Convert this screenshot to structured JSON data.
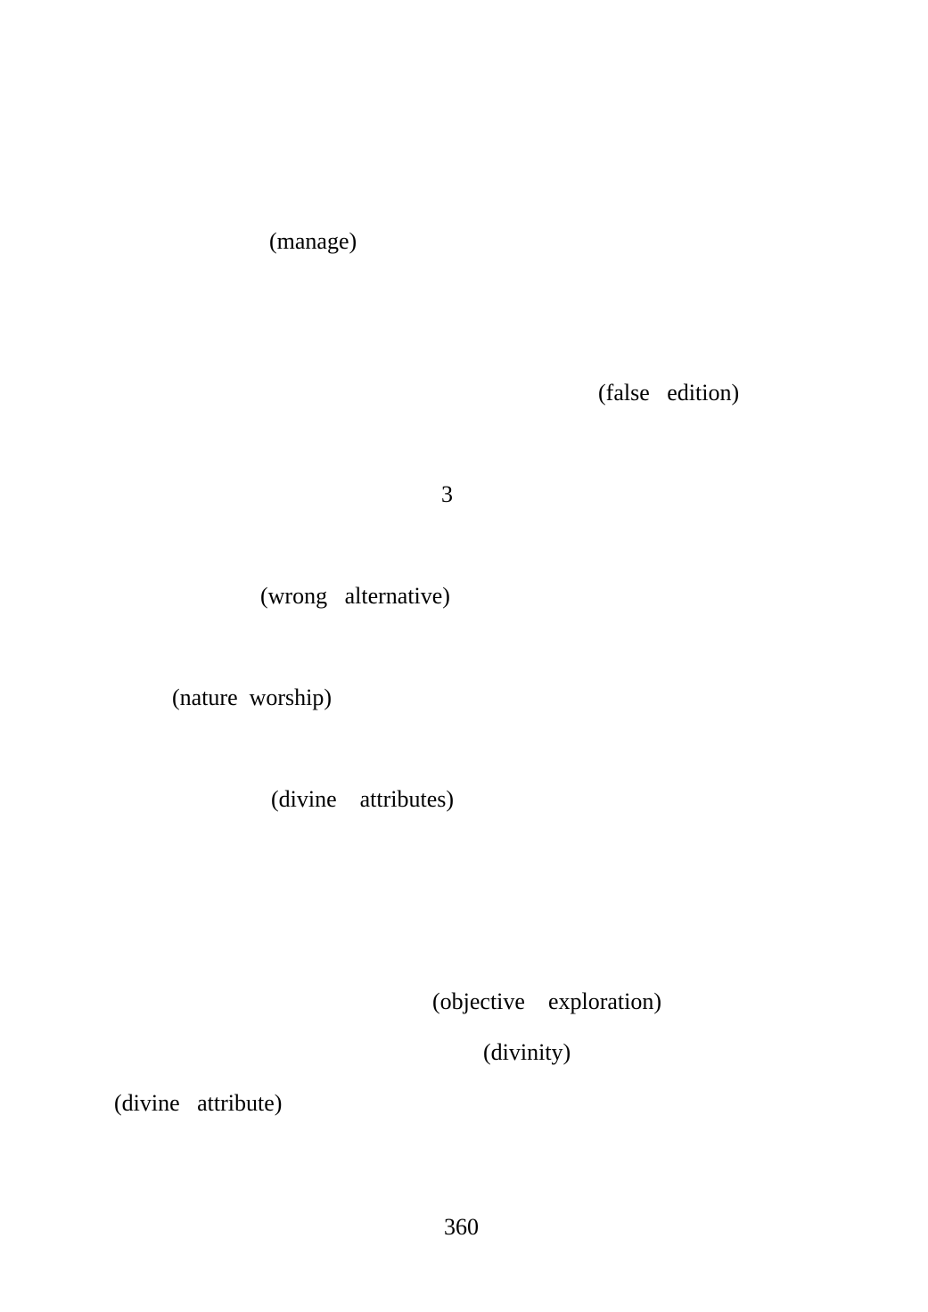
{
  "terms": {
    "manage": "(manage)",
    "false_edition": "(false   edition)",
    "footnote_marker": "3",
    "wrong_alternative": "(wrong   alternative)",
    "nature_worship": "(nature  worship)",
    "divine_attributes": "(divine    attributes)",
    "objective_exploration": "(objective    exploration)",
    "divinity": "(divinity)",
    "divine_attribute": "(divine   attribute)"
  },
  "page_number": "360"
}
